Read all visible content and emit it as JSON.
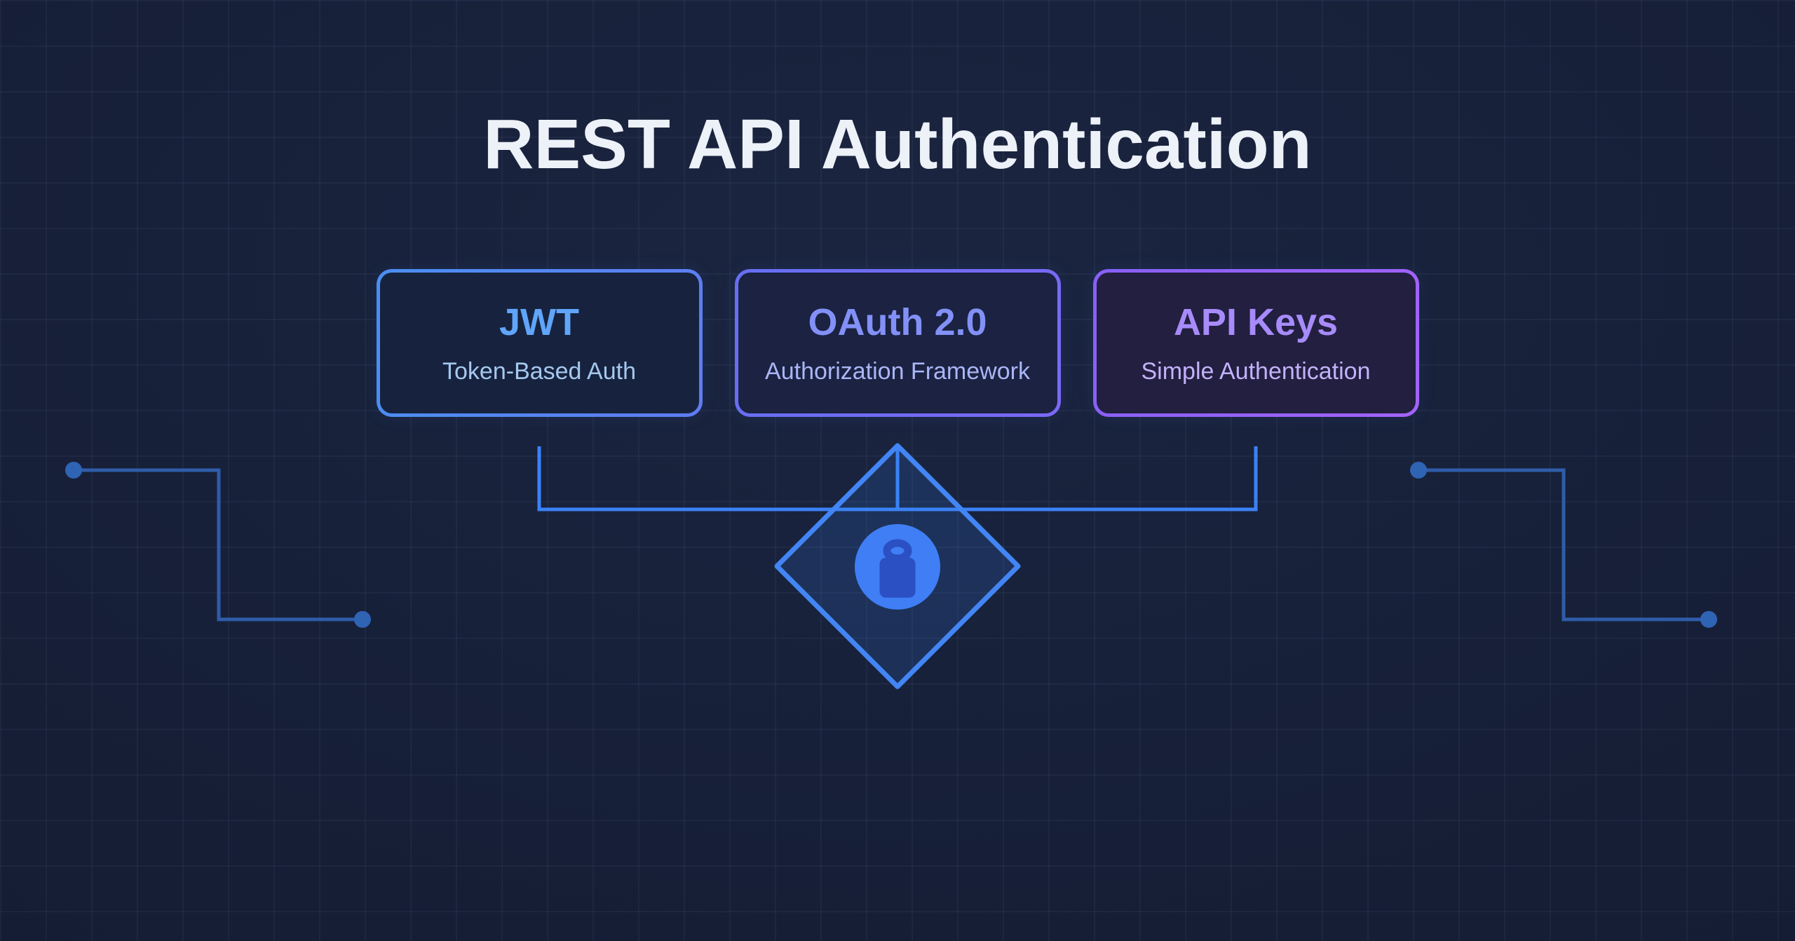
{
  "diagram": {
    "title": "REST API Authentication",
    "cards": [
      {
        "id": "jwt",
        "title": "JWT",
        "subtitle": "Token-Based Auth",
        "border_from": "#4a8ff0",
        "border_to": "#5f7cf2",
        "title_color": "#60a5fa",
        "subtitle_color": "#a6c8f0",
        "bg": "#17233e"
      },
      {
        "id": "oauth",
        "title": "OAuth 2.0",
        "subtitle": "Authorization Framework",
        "border_from": "#666ff2",
        "border_to": "#7b68f5",
        "title_color": "#8290f7",
        "subtitle_color": "#aab6f5",
        "bg": "#1b2242"
      },
      {
        "id": "api-keys",
        "title": "API Keys",
        "subtitle": "Simple Authentication",
        "border_from": "#8760f6",
        "border_to": "#a263fa",
        "title_color": "#a78bfa",
        "subtitle_color": "#c3b1f9",
        "bg": "#221f40"
      }
    ],
    "center_icon": "lock-icon",
    "theme": {
      "accent": "#3b82f6",
      "trace": "#2e5ca8",
      "trace_dot": "#2f63b4",
      "title_color": "#edf1f8",
      "circle_color": "#3f7ef5",
      "lock_color": "#2b50c4",
      "diamond_stroke": "#4285f4",
      "diamond_fill": "rgba(59,130,246,0.16)"
    }
  }
}
